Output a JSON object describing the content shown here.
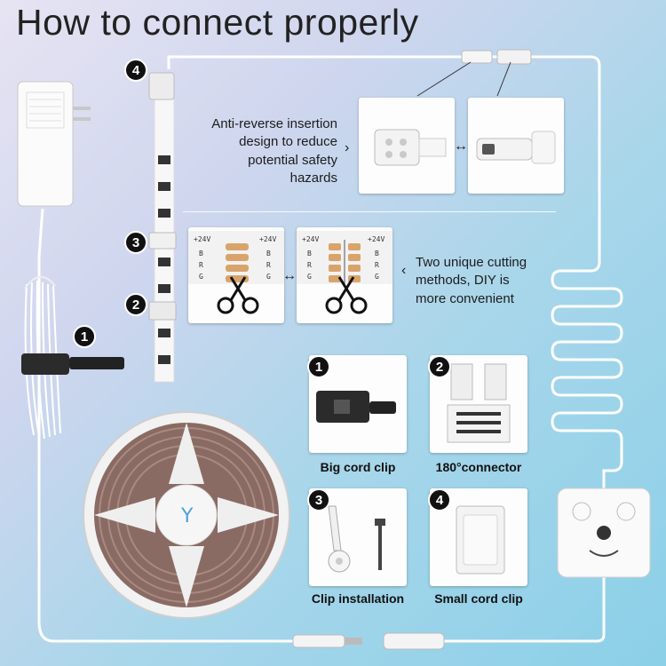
{
  "title": "How to connect properly",
  "notes": {
    "anti_reverse": [
      "Anti-reverse insertion",
      "design to reduce",
      "potential safety",
      "hazards"
    ],
    "cutting": [
      "Two unique cutting",
      "methods, DIY is",
      "more convenient"
    ]
  },
  "strip_labels": {
    "left": [
      "+24V",
      "B",
      "R",
      "G"
    ],
    "right": [
      "+24V",
      "B",
      "R",
      "G"
    ]
  },
  "step_numbers": [
    "1",
    "2",
    "3",
    "4"
  ],
  "accessories": [
    {
      "number": "1",
      "caption": "Big cord clip"
    },
    {
      "number": "2",
      "caption": "180°connector"
    },
    {
      "number": "3",
      "caption": "Clip installation"
    },
    {
      "number": "4",
      "caption": "Small cord clip"
    }
  ],
  "icons": {
    "scissors": "scissors-icon",
    "double_arrow": "↔",
    "chevron": "›"
  },
  "colors": {
    "wire": "#ffffff",
    "badge": "#111111",
    "copper": "#d9a46b",
    "strip": "#f4f4f4"
  }
}
